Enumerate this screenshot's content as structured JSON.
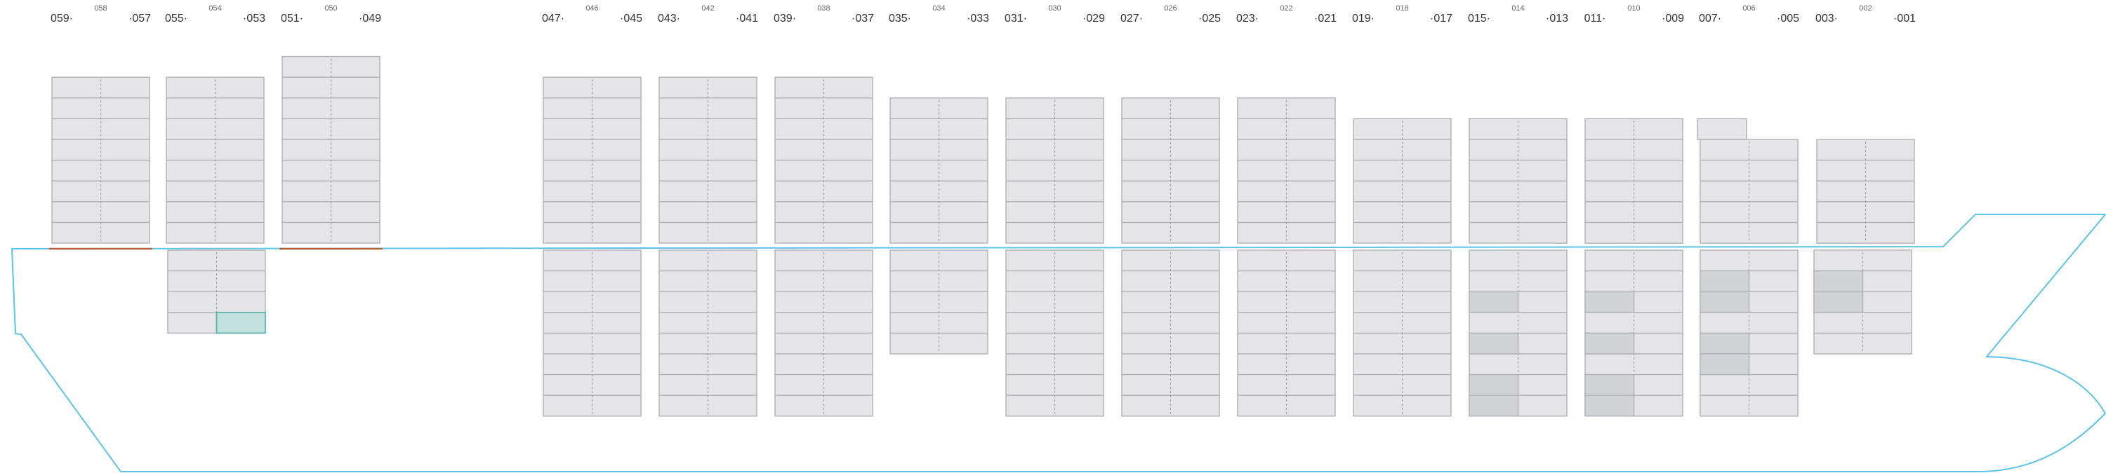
{
  "bays": [
    {
      "id": "b1",
      "odd_aft": "059",
      "odd_fwd": "057",
      "even": "058",
      "above": 8,
      "below": 0,
      "extra": 0,
      "hatch": true
    },
    {
      "id": "b2",
      "odd_aft": "055",
      "odd_fwd": "053",
      "even": "054",
      "above": 8,
      "below": 4,
      "extra": 0,
      "hatch": false
    },
    {
      "id": "b3",
      "odd_aft": "051",
      "odd_fwd": "049",
      "even": "050",
      "above": 9,
      "below": 0,
      "extra": 0,
      "hatch": true
    },
    {
      "id": "b4",
      "odd_aft": "047",
      "odd_fwd": "045",
      "even": "046",
      "above": 8,
      "below": 8,
      "extra": 0,
      "hatch": false
    },
    {
      "id": "b5",
      "odd_aft": "043",
      "odd_fwd": "041",
      "even": "042",
      "above": 8,
      "below": 8,
      "extra": 0,
      "hatch": false
    },
    {
      "id": "b6",
      "odd_aft": "039",
      "odd_fwd": "037",
      "even": "038",
      "above": 8,
      "below": 8,
      "extra": 0,
      "hatch": false
    },
    {
      "id": "b7",
      "odd_aft": "035",
      "odd_fwd": "033",
      "even": "034",
      "above": 7,
      "below": 5,
      "extra": 0,
      "hatch": false
    },
    {
      "id": "b8",
      "odd_aft": "031",
      "odd_fwd": "029",
      "even": "030",
      "above": 7,
      "below": 8,
      "extra": 0,
      "hatch": false
    },
    {
      "id": "b9",
      "odd_aft": "027",
      "odd_fwd": "025",
      "even": "026",
      "above": 7,
      "below": 8,
      "extra": 0,
      "hatch": false
    },
    {
      "id": "b10",
      "odd_aft": "023",
      "odd_fwd": "021",
      "even": "022",
      "above": 7,
      "below": 8,
      "extra": 0,
      "hatch": false
    },
    {
      "id": "b11",
      "odd_aft": "019",
      "odd_fwd": "017",
      "even": "018",
      "above": 6,
      "below": 8,
      "extra": 0,
      "hatch": false
    },
    {
      "id": "b12",
      "odd_aft": "015",
      "odd_fwd": "013",
      "even": "014",
      "above": 6,
      "below": 8,
      "extra": 0,
      "hatch": false
    },
    {
      "id": "b13",
      "odd_aft": "011",
      "odd_fwd": "009",
      "even": "010",
      "above": 6,
      "below": 8,
      "extra": 0,
      "hatch": false
    },
    {
      "id": "b14",
      "odd_aft": "007",
      "odd_fwd": "005",
      "even": "006",
      "above": 5,
      "below": 8,
      "extra": 1,
      "hatch": false
    },
    {
      "id": "b15",
      "odd_aft": "003",
      "odd_fwd": "001",
      "even": "002",
      "above": 5,
      "below": 5,
      "extra": 0,
      "hatch": false
    }
  ],
  "occupied": [
    {
      "bay": 2,
      "slot": "below",
      "row": 3,
      "side": "fwd",
      "status": "highlight"
    },
    {
      "bay": 12,
      "slot": "below",
      "row": 2,
      "side": "aft",
      "status": "filled"
    },
    {
      "bay": 12,
      "slot": "below",
      "row": 4,
      "side": "aft",
      "status": "filled"
    },
    {
      "bay": 12,
      "slot": "below",
      "row": 6,
      "side": "aft",
      "status": "filled"
    },
    {
      "bay": 12,
      "slot": "below",
      "row": 7,
      "side": "aft",
      "status": "filled"
    },
    {
      "bay": 13,
      "slot": "below",
      "row": 2,
      "side": "aft",
      "status": "filled"
    },
    {
      "bay": 13,
      "slot": "below",
      "row": 4,
      "side": "aft",
      "status": "filled"
    },
    {
      "bay": 13,
      "slot": "below",
      "row": 6,
      "side": "aft",
      "status": "filled"
    },
    {
      "bay": 13,
      "slot": "below",
      "row": 7,
      "side": "aft",
      "status": "filled"
    },
    {
      "bay": 14,
      "slot": "below",
      "row": 1,
      "side": "aft",
      "status": "filled"
    },
    {
      "bay": 14,
      "slot": "below",
      "row": 2,
      "side": "aft",
      "status": "filled"
    },
    {
      "bay": 14,
      "slot": "below",
      "row": 4,
      "side": "aft",
      "status": "filled"
    },
    {
      "bay": 14,
      "slot": "below",
      "row": 5,
      "side": "aft",
      "status": "filled"
    },
    {
      "bay": 15,
      "slot": "below",
      "row": 1,
      "side": "aft",
      "status": "filled"
    },
    {
      "bay": 15,
      "slot": "below",
      "row": 2,
      "side": "aft",
      "status": "filled"
    }
  ],
  "colors": {
    "cell": "#e5e5e7",
    "cell_border": "#aeb0b6",
    "divider": "#9c9ea4",
    "filled": "#d2d3d6",
    "highlight": "#c2e1dc",
    "highlight_border": "#5fb3ad",
    "hull": "#5cc3ea",
    "hatch": "#b8633a",
    "label": "#333333",
    "label_small": "#666666"
  }
}
